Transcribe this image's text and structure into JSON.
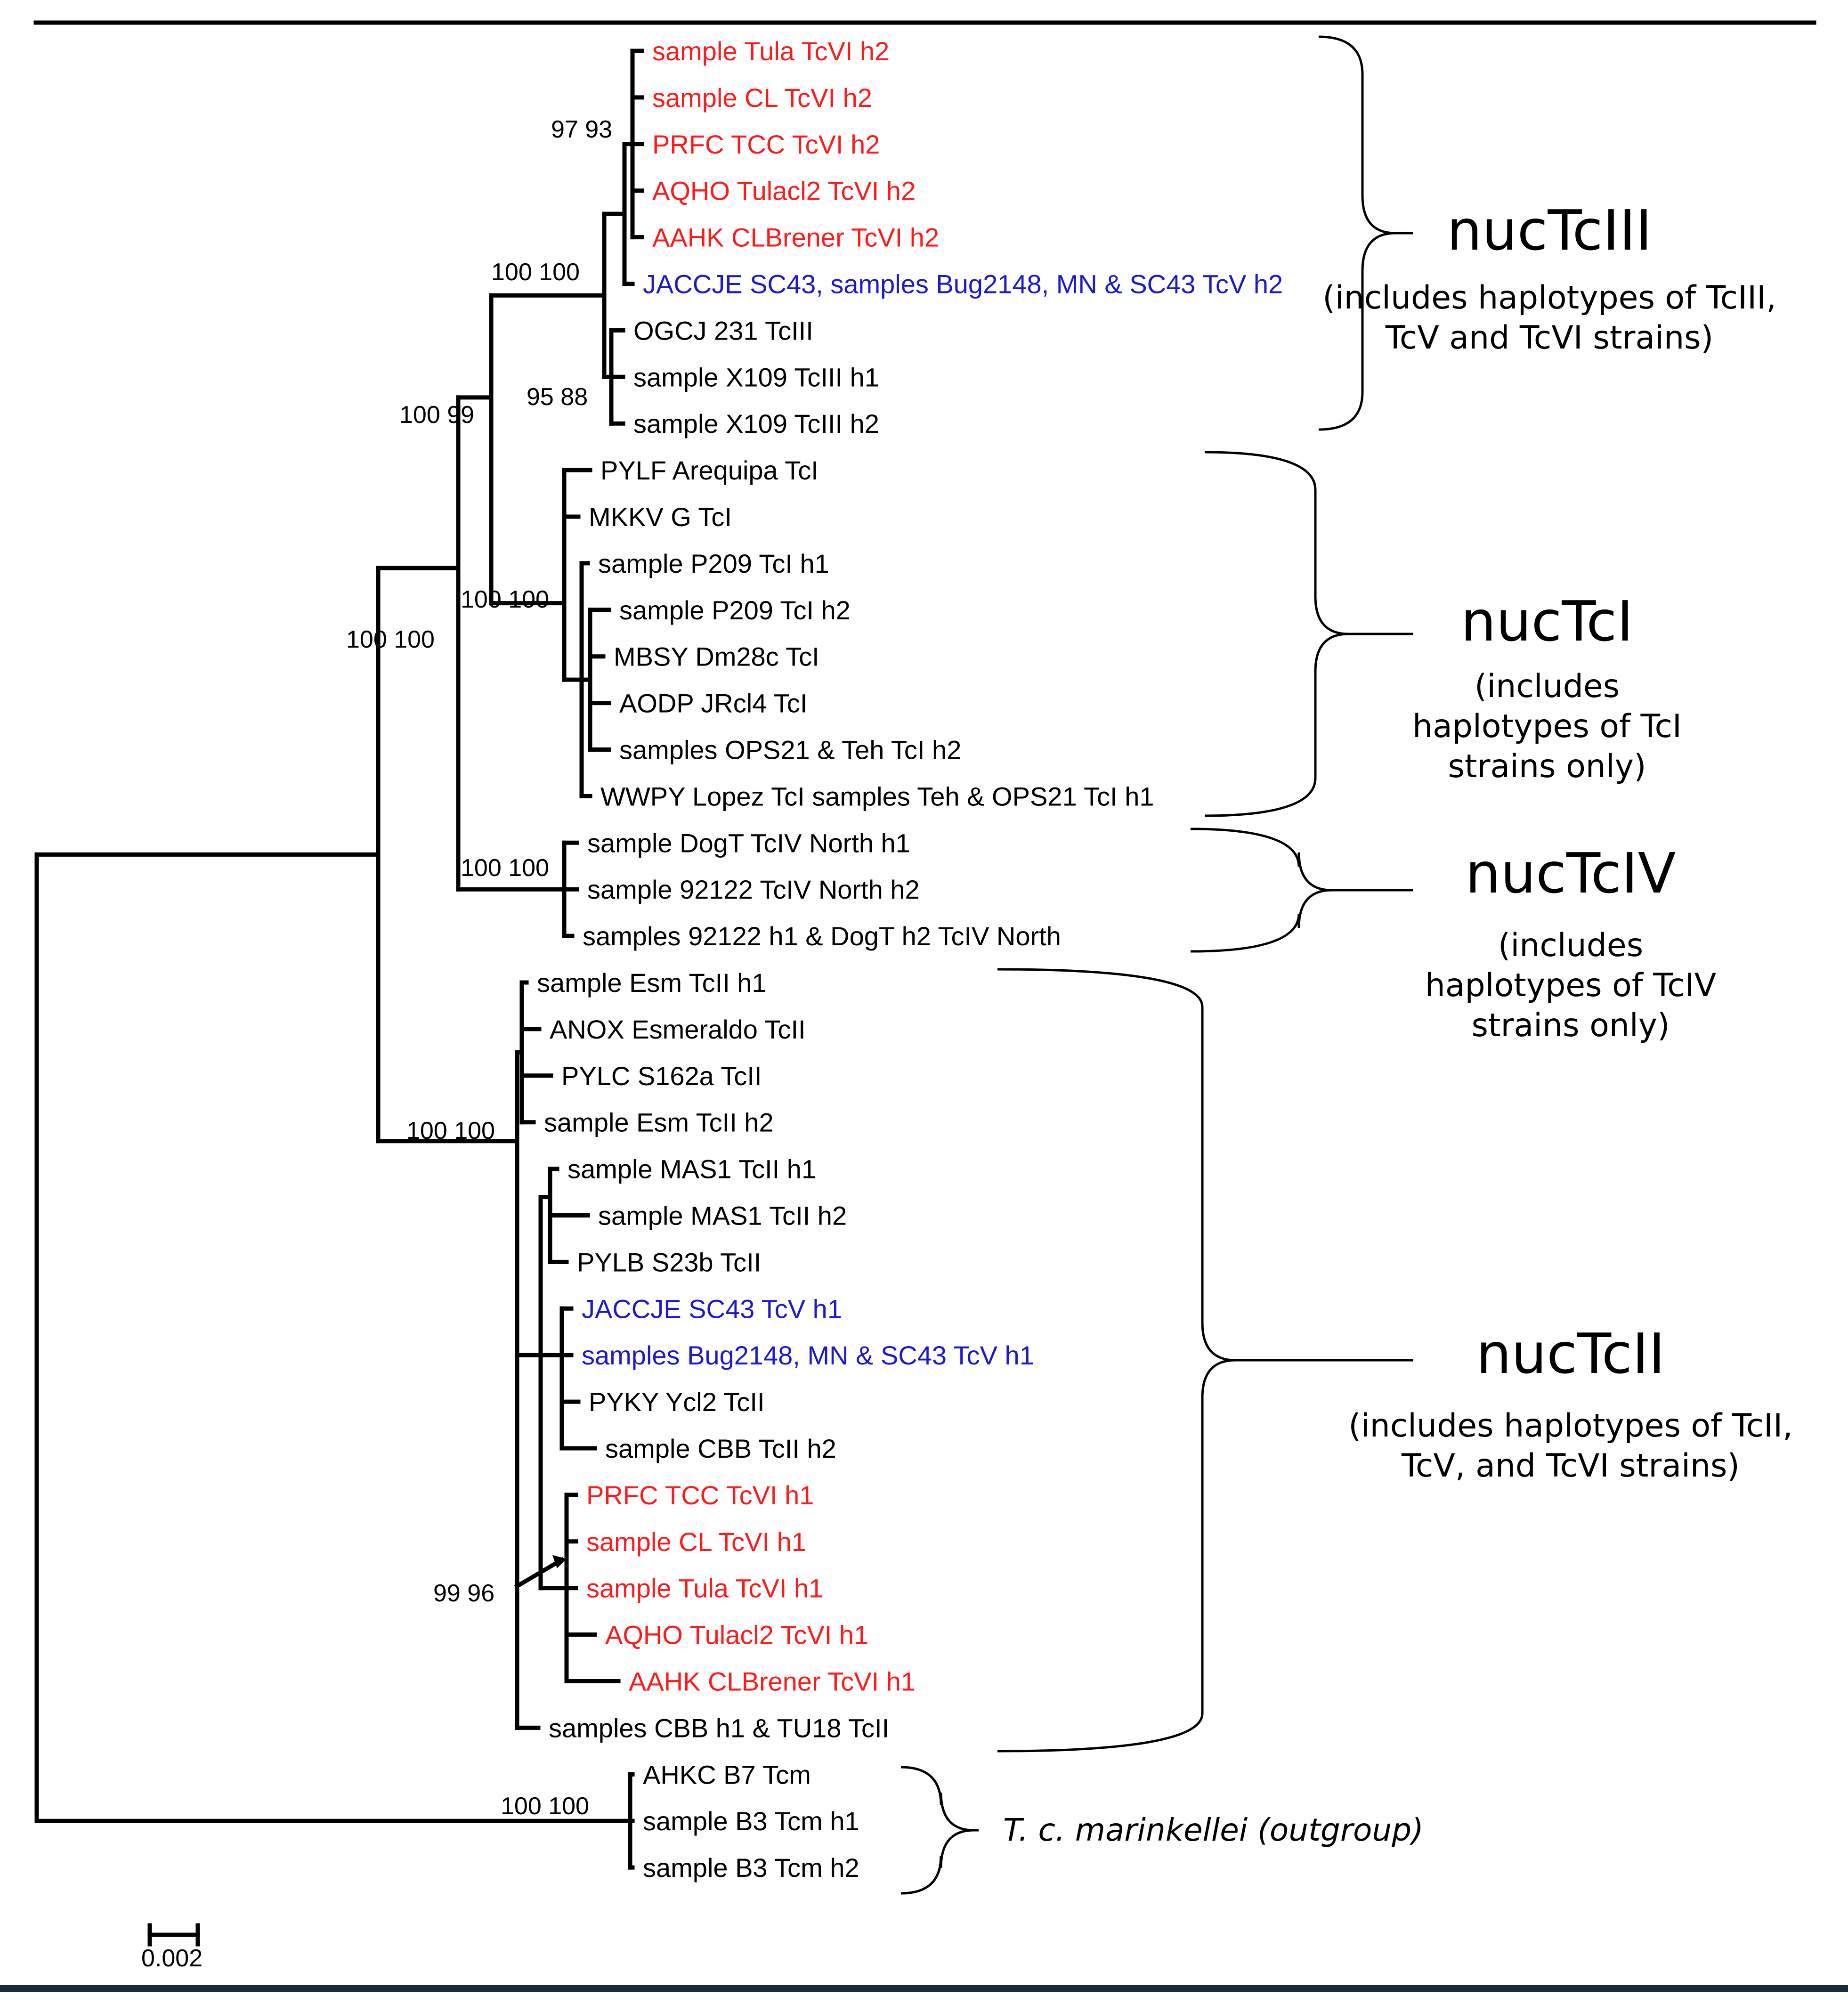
{
  "colors": {
    "red": "#ff1a1a",
    "blue": "#1a1acc",
    "black": "#000000"
  },
  "taxa": [
    {
      "label": "sample Tula TcVI h2",
      "color": "red"
    },
    {
      "label": "sample CL TcVI h2",
      "color": "red"
    },
    {
      "label": "PRFC TCC TcVI h2",
      "color": "red"
    },
    {
      "label": "AQHO Tulacl2 TcVI h2",
      "color": "red"
    },
    {
      "label": "AAHK CLBrener TcVI h2",
      "color": "red"
    },
    {
      "label": "JACCJE SC43, samples Bug2148, MN & SC43 TcV h2",
      "color": "blue"
    },
    {
      "label": "OGCJ 231 TcIII",
      "color": "black"
    },
    {
      "label": "sample X109 TcIII h1",
      "color": "black"
    },
    {
      "label": "sample X109 TcIII h2",
      "color": "black"
    },
    {
      "label": "PYLF Arequipa TcI",
      "color": "black"
    },
    {
      "label": "MKKV G TcI",
      "color": "black"
    },
    {
      "label": "sample P209 TcI h1",
      "color": "black"
    },
    {
      "label": "sample P209 TcI h2",
      "color": "black"
    },
    {
      "label": "MBSY Dm28c TcI",
      "color": "black"
    },
    {
      "label": "AODP JRcl4 TcI",
      "color": "black"
    },
    {
      "label": "samples OPS21 & Teh TcI h2",
      "color": "black"
    },
    {
      "label": "WWPY Lopez TcI samples Teh & OPS21 TcI h1",
      "color": "black"
    },
    {
      "label": "sample DogT TcIV North h1",
      "color": "black"
    },
    {
      "label": "sample 92122 TcIV North h2",
      "color": "black"
    },
    {
      "label": "samples 92122 h1 & DogT h2 TcIV North",
      "color": "black"
    },
    {
      "label": "sample Esm TcII h1",
      "color": "black"
    },
    {
      "label": "ANOX Esmeraldo TcII",
      "color": "black"
    },
    {
      "label": "PYLC S162a TcII",
      "color": "black"
    },
    {
      "label": "sample Esm TcII h2",
      "color": "black"
    },
    {
      "label": "sample MAS1 TcII h1",
      "color": "black"
    },
    {
      "label": "sample MAS1 TcII h2",
      "color": "black"
    },
    {
      "label": "PYLB S23b TcII",
      "color": "black"
    },
    {
      "label": "JACCJE SC43 TcV h1",
      "color": "blue"
    },
    {
      "label": "samples Bug2148, MN & SC43 TcV h1",
      "color": "blue"
    },
    {
      "label": "PYKY Ycl2 TcII",
      "color": "black"
    },
    {
      "label": "sample CBB TcII h2",
      "color": "black"
    },
    {
      "label": "PRFC TCC TcVI h1",
      "color": "red"
    },
    {
      "label": "sample CL TcVI h1",
      "color": "red"
    },
    {
      "label": "sample Tula TcVI h1",
      "color": "red"
    },
    {
      "label": "AQHO Tulacl2 TcVI h1",
      "color": "red"
    },
    {
      "label": "AAHK CLBrener TcVI h1",
      "color": "red"
    },
    {
      "label": "samples CBB h1 & TU18 TcII",
      "color": "black"
    },
    {
      "label": "AHKC B7 Tcm",
      "color": "black"
    },
    {
      "label": "sample B3 Tcm h1",
      "color": "black"
    },
    {
      "label": "sample B3 Tcm h2",
      "color": "black"
    }
  ],
  "bootstrap": [
    {
      "text": "97 93"
    },
    {
      "text": "100 100"
    },
    {
      "text": "95 88"
    },
    {
      "text": "100 99"
    },
    {
      "text": "100 100"
    },
    {
      "text": "100 100"
    },
    {
      "text": "100 100"
    },
    {
      "text": "100 100"
    },
    {
      "text": "99 96"
    },
    {
      "text": "100 100"
    }
  ],
  "groups": [
    {
      "title": "nucTcIII",
      "desc": [
        "(includes haplotypes  of TcIII,",
        "TcV and TcVI strains)"
      ]
    },
    {
      "title": "nucTcI",
      "desc": [
        "(includes",
        "haplotypes  of TcI",
        "strains only)"
      ]
    },
    {
      "title": "nucTcIV",
      "desc": [
        "(includes",
        "haplotypes  of TcIV",
        "strains only)"
      ]
    },
    {
      "title": "nucTcII",
      "desc": [
        "(includes haplotypes  of TcII,",
        "TcV, and TcVI strains)"
      ]
    }
  ],
  "outgroup": {
    "label": "T. c. marinkellei (outgroup)"
  },
  "scale_bar": {
    "label": "0.002"
  }
}
